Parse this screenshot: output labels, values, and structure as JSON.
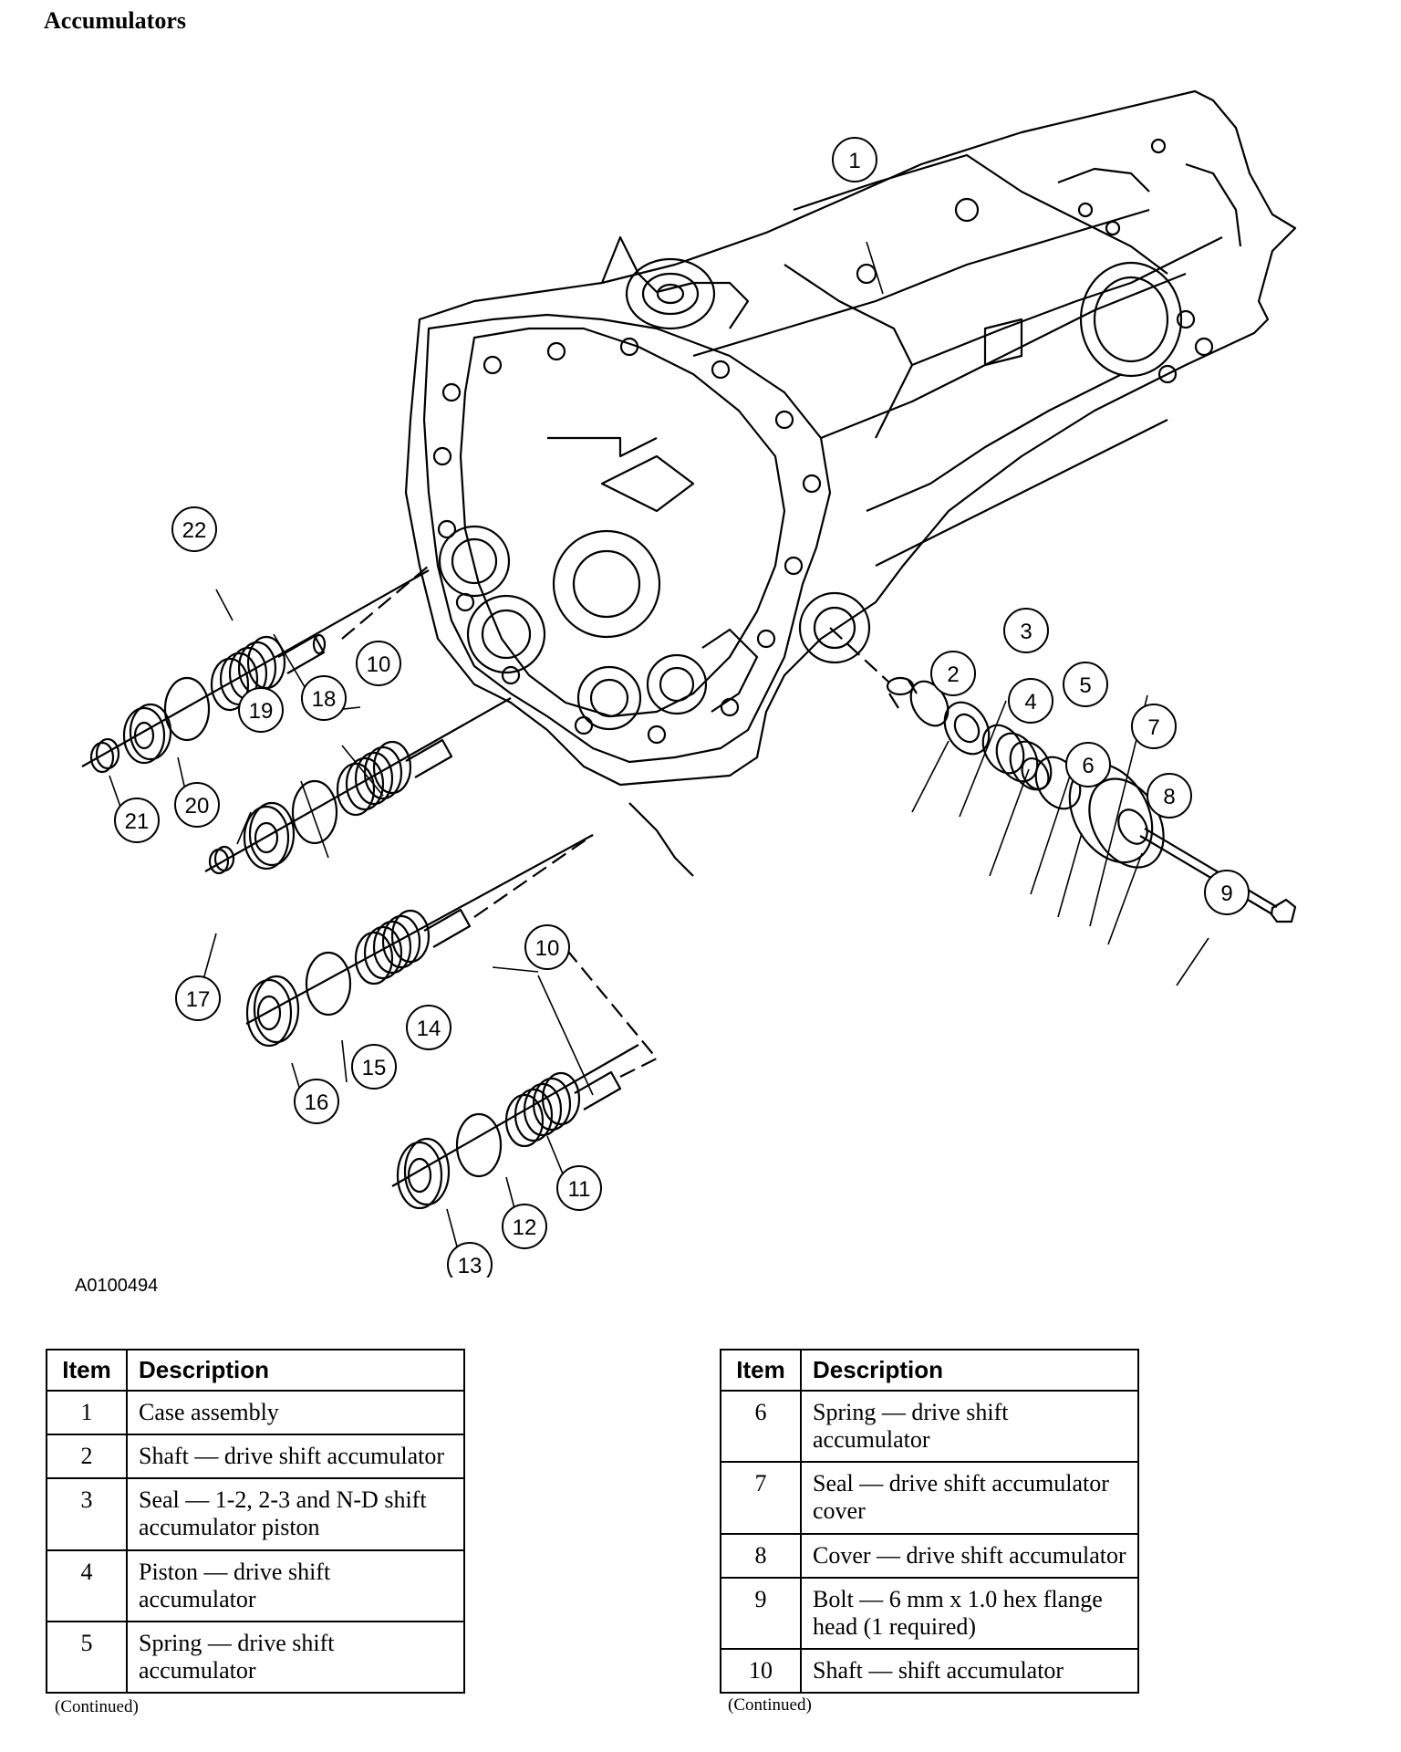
{
  "page_title": "Accumulators",
  "figure_id": "A0100494",
  "callouts": [
    "1",
    "2",
    "3",
    "4",
    "5",
    "6",
    "7",
    "8",
    "9",
    "10",
    "10",
    "11",
    "12",
    "13",
    "14",
    "15",
    "16",
    "17",
    "18",
    "19",
    "20",
    "21",
    "22"
  ],
  "tables": [
    {
      "headers": {
        "item": "Item",
        "description": "Description"
      },
      "rows": [
        {
          "item": "1",
          "description": "Case assembly"
        },
        {
          "item": "2",
          "description": "Shaft — drive shift accumulator"
        },
        {
          "item": "3",
          "description": "Seal — 1-2, 2-3 and N-D shift accumulator piston"
        },
        {
          "item": "4",
          "description": "Piston — drive shift accumulator"
        },
        {
          "item": "5",
          "description": "Spring — drive shift accumulator"
        }
      ],
      "footer": "(Continued)"
    },
    {
      "headers": {
        "item": "Item",
        "description": "Description"
      },
      "rows": [
        {
          "item": "6",
          "description": "Spring — drive shift accumulator"
        },
        {
          "item": "7",
          "description": "Seal — drive shift accumulator cover"
        },
        {
          "item": "8",
          "description": "Cover — drive shift accumulator"
        },
        {
          "item": "9",
          "description": "Bolt — 6 mm x 1.0 hex flange head (1 required)"
        },
        {
          "item": "10",
          "description": "Shaft — shift accumulator"
        }
      ],
      "footer": "(Continued)"
    }
  ]
}
